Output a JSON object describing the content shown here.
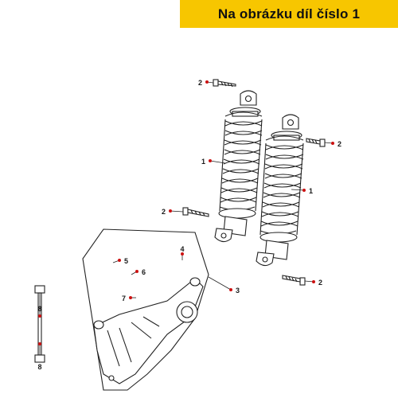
{
  "banner": {
    "text": "Na obrázku díl číslo 1"
  },
  "labels": [
    "1",
    "1",
    "2",
    "2",
    "2",
    "2",
    "3",
    "4",
    "5",
    "6",
    "7",
    "8",
    "8"
  ],
  "colors": {
    "banner_bg": "#f7c600",
    "label_text": "#1a1a1a",
    "leader_dot": "#cc1111",
    "line": "#222222"
  }
}
